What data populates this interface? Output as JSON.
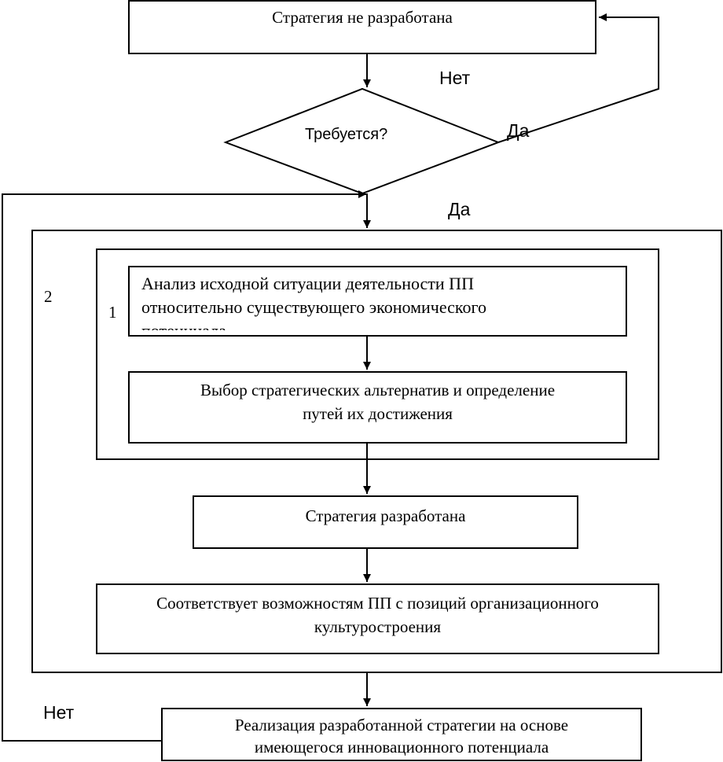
{
  "flowchart": {
    "start_box": "Стратегия не разработана",
    "decision": "Требуется?",
    "decision_no_label": "Нет",
    "decision_yes_right_label": "Да",
    "decision_yes_down_label": "Да",
    "outer_group_number": "2",
    "inner_group_number": "1",
    "analysis_box": "Анализ исходной ситуации деятельности ПП относительно существующего экономического потенциала",
    "choice_box_line1": "Выбор стратегических альтернатив и определение",
    "choice_box_line2": "путей их достижения",
    "developed_box": "Стратегия разработана",
    "match_box_line1": "Соответствует возможностям ПП с позиций организационного",
    "match_box_line2": "культуростроения",
    "no_return_label": "Нет",
    "realization_box_line1": "Реализация разработанной стратегии на основе",
    "realization_box_line2": "имеющегося инновационного потенциала"
  },
  "colors": {
    "stroke": "#000000",
    "background": "#ffffff"
  }
}
